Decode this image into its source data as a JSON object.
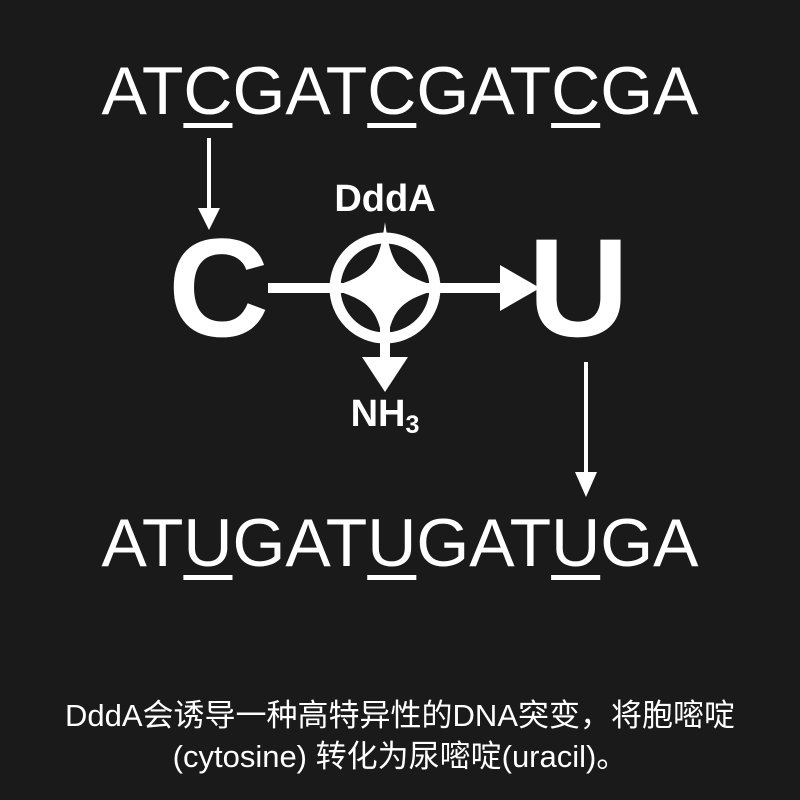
{
  "theme": {
    "background": "#1a1a1a",
    "foreground": "#ffffff"
  },
  "sequences": {
    "input": {
      "text": "ATCGATCGATCGA",
      "marked_base": "C",
      "bases": [
        "A",
        "T",
        "C",
        "G",
        "A",
        "T",
        "C",
        "G",
        "A",
        "T",
        "C",
        "G",
        "A"
      ],
      "marked_positions": [
        2,
        6,
        10
      ]
    },
    "output": {
      "text": "ATUGATUGATUGA",
      "marked_base": "U",
      "bases": [
        "A",
        "T",
        "U",
        "G",
        "A",
        "T",
        "U",
        "G",
        "A",
        "T",
        "U",
        "G",
        "A"
      ],
      "marked_positions": [
        2,
        6,
        10
      ]
    }
  },
  "reaction": {
    "substrate": "C",
    "product": "U",
    "enzyme_label": "DddA",
    "byproduct_label": "NH",
    "byproduct_subscript": "3"
  },
  "caption": {
    "text": "DddA会诱导一种高特异性的DNA突变，将胞嘧啶 (cytosine) 转化为尿嘧啶(uracil)。"
  }
}
